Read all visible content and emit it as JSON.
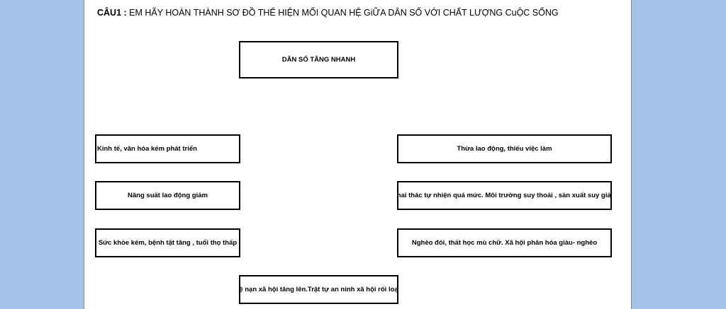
{
  "heading": {
    "label": "CÂU1 :",
    "text": "EM HÃY HOÀN THÀNH SƠ ĐỒ THỂ HIỆN MỐI QUAN HỆ GiỮA DÂN SỐ VỚI CHẤT LƯỢNG CuỘC SỐNG"
  },
  "diagram": {
    "center": "DÂN SỐ TĂNG NHANH",
    "left": [
      "Kinh tế, văn hóa kém phát triển",
      "Năng suất lao động giảm",
      "Sức khỏe kém, bệnh tật tăng , tuổi thọ thấp"
    ],
    "right": [
      "Thừa lao động, thiếu việc làm",
      "Khai thác tự nhiện quá mức. Môi trường suy thoái , sản xuất suy giảm",
      "Nghèo đói, thất học mù chữ. Xã hội phân hóa giàu- nghèo"
    ],
    "bottom": "Tệ nạn xã hội tăng lên.Trật tự an ninh xã hội rối loạn"
  }
}
